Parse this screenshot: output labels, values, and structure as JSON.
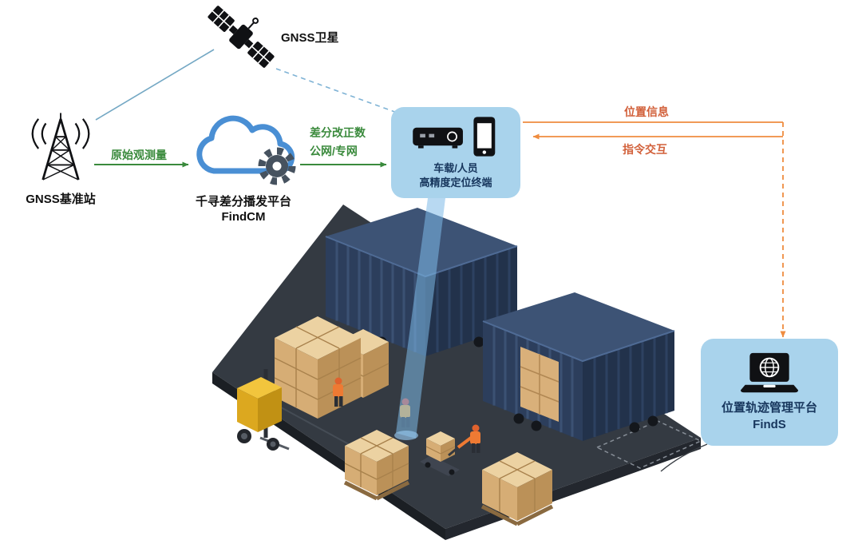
{
  "colors": {
    "accent_green": "#3a8a3c",
    "accent_orange": "#ef8c3f",
    "accent_orange_text": "#d2603a",
    "link_blue": "#74a8c4",
    "link_blue_dashed": "#7fb3d5",
    "bubble_bg": "#a9d3ec",
    "bubble_text": "#17365d",
    "cloud_blue": "#4a8fd4"
  },
  "satellite": {
    "label": "GNSS卫星"
  },
  "base_station": {
    "label": "GNSS基准站"
  },
  "cloud": {
    "line1": "千寻差分播发平台",
    "line2": "FindCM"
  },
  "terminal": {
    "line1": "车载/人员",
    "line2": "高精度定位终端"
  },
  "finds": {
    "line1": "位置轨迹管理平台",
    "line2": "FindS"
  },
  "links": {
    "raw_observation": "原始观测量",
    "correction_line1": "差分改正数",
    "correction_line2": "公网/专网",
    "position_info": "位置信息",
    "command_interaction": "指令交互"
  }
}
